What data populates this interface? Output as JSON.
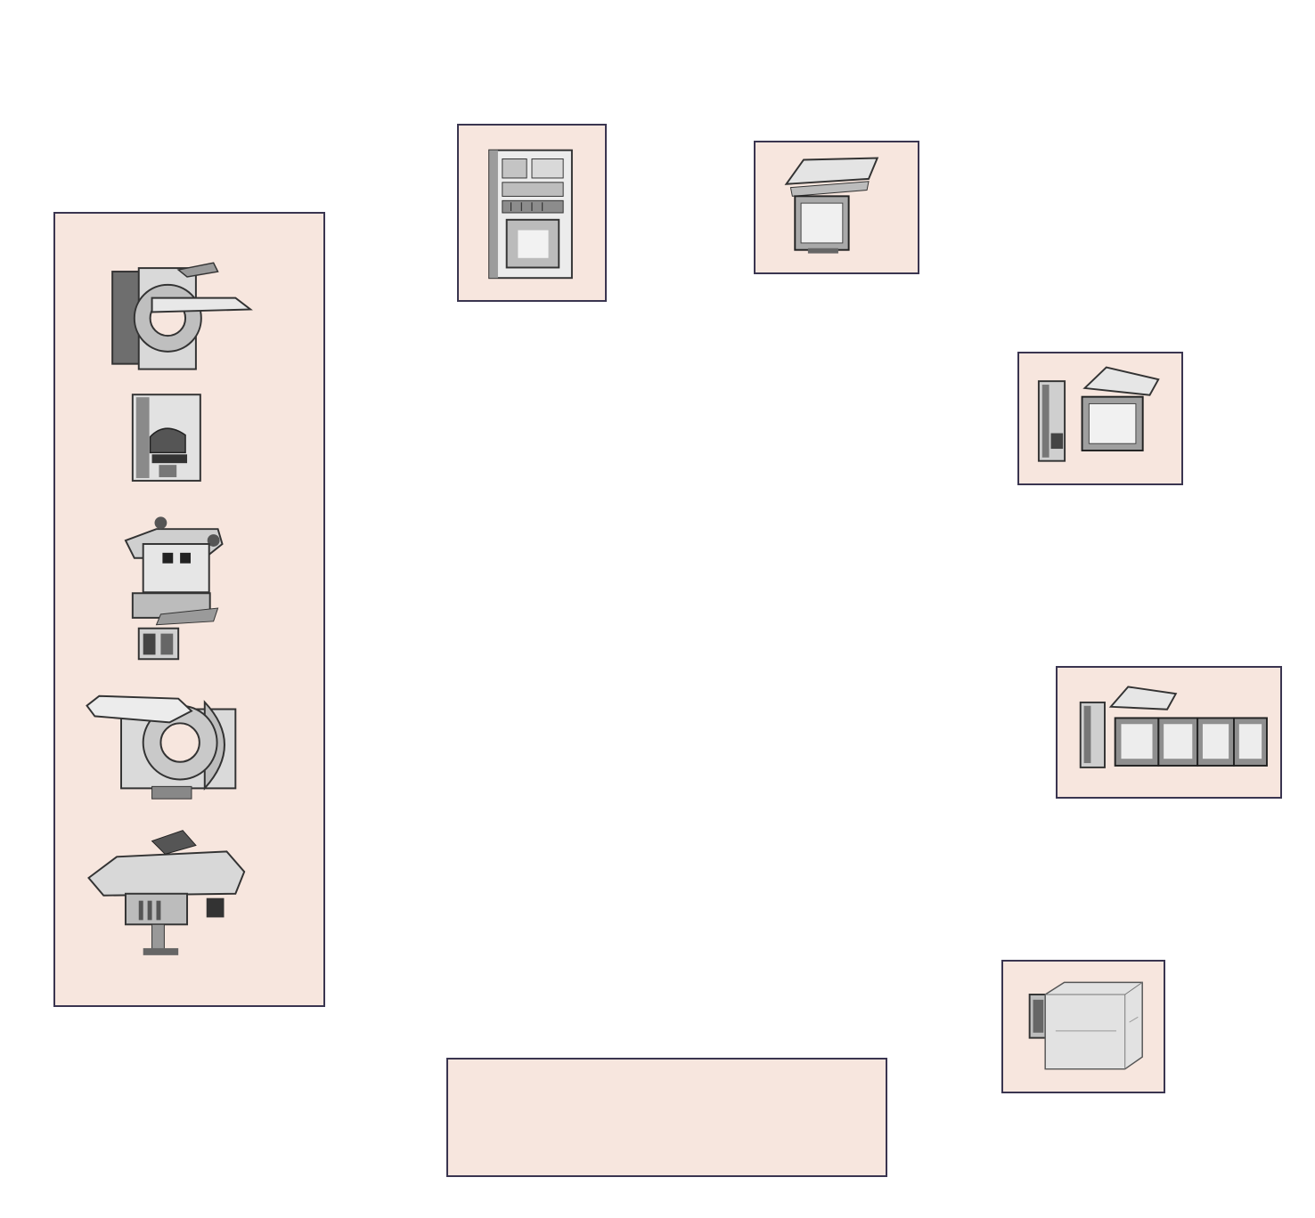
{
  "colors": {
    "panel_fill": "#f7e6de",
    "panel_border": "#3a3550",
    "background": "#ffffff"
  },
  "modalities": {
    "icons": [
      "ct-scanner-icon",
      "mammography-unit-icon",
      "ceiling-xray-icon",
      "mri-scanner-icon",
      "angiography-table-icon"
    ]
  },
  "nodes": [
    {
      "id": "storage-cabinet",
      "icon": "server-cabinet-icon"
    },
    {
      "id": "workstation-a",
      "icon": "workstation-icon"
    },
    {
      "id": "workstation-b",
      "icon": "workstation-tower-icon"
    },
    {
      "id": "multi-monitor-workstation",
      "icon": "multi-monitor-workstation-icon"
    },
    {
      "id": "film-printer",
      "icon": "film-printer-icon"
    }
  ],
  "label_box": {
    "text": ""
  }
}
